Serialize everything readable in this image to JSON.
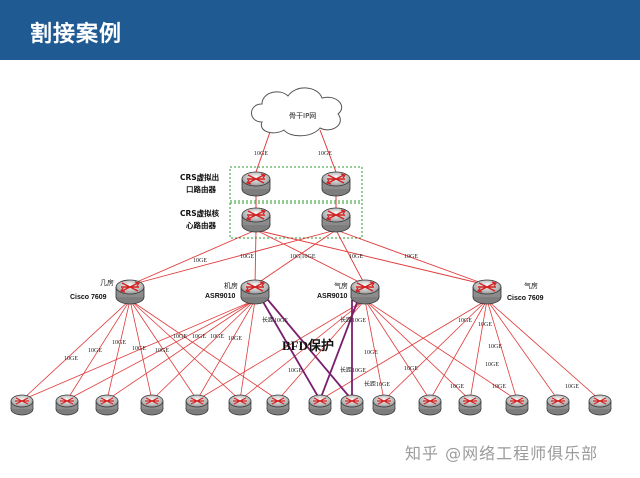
{
  "slide": {
    "title": "割接案例"
  },
  "diagram": {
    "cloud_label": "骨干IP网",
    "group_top_label_1": "CRS虚拟出",
    "group_top_label_2": "口路由器",
    "group_core_label_1": "CRS虚拟核",
    "group_core_label_2": "心路由器",
    "bfd_label": "BFD保护",
    "link_label_10ge": "10GE",
    "link_label_dual": "10G|10GE",
    "link_label_long": "长距10GE",
    "routers_mid": [
      {
        "room": "几房",
        "model": "Cisco 7609"
      },
      {
        "room": "机房",
        "model": "ASR9010"
      },
      {
        "room": "气房",
        "model": "ASR9010"
      },
      {
        "room": "气房",
        "model": "Cisco 7609"
      }
    ]
  },
  "watermark": "知乎 @网络工程师俱乐部",
  "colors": {
    "header": "#1f5a93",
    "link": "#e03a3a",
    "bfd_link": "#7a1f6e",
    "group_border": "#2e9a2e"
  }
}
